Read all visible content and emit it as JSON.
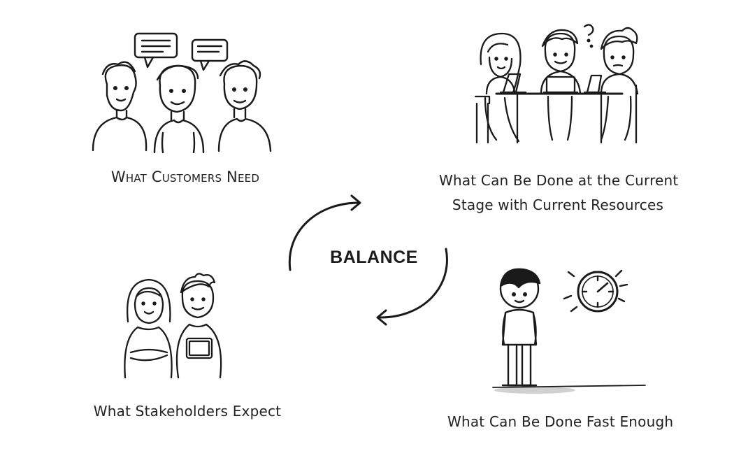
{
  "center_label": "BALANCE",
  "quadrants": {
    "customers": {
      "caption": "What Customers Need"
    },
    "resources": {
      "caption_line1": "What Can Be Done at the Current",
      "caption_line2": "Stage with Current Resources"
    },
    "stakeholders": {
      "caption": "What Stakeholders Expect"
    },
    "speed": {
      "caption": "What Can Be Done Fast Enough"
    }
  }
}
